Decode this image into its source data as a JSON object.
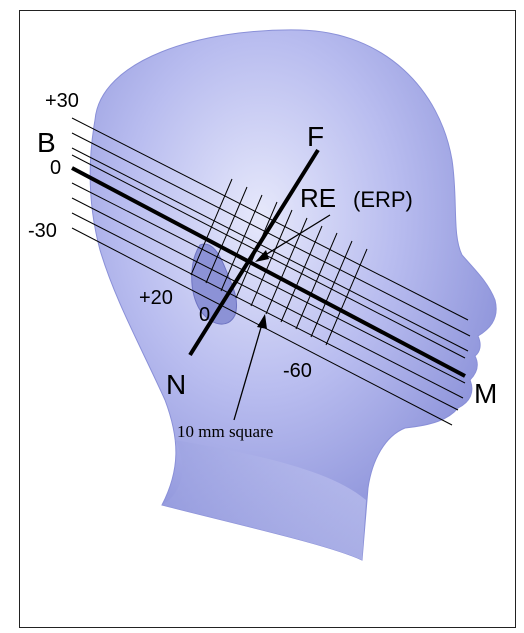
{
  "labels": {
    "B": "B",
    "F": "F",
    "N": "N",
    "M": "M",
    "RE": "RE",
    "ERP": "(ERP)",
    "plus30": "+30",
    "zero_left": "0",
    "minus30": "-30",
    "plus20": "+20",
    "zero_lower": "0",
    "minus60": "-60",
    "square_note": "10 mm square"
  },
  "colors": {
    "head_light": "#dcdff8",
    "head_mid": "#a9aee8",
    "head_dark": "#7077c8",
    "ink": "#000000"
  }
}
